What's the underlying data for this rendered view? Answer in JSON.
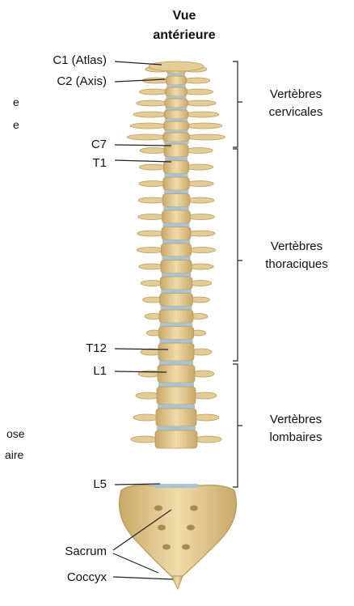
{
  "title": {
    "line1": "Vue",
    "line2": "antérieure"
  },
  "labels": {
    "c1": "C1 (Atlas)",
    "c2": "C2 (Axis)",
    "c7": "C7",
    "t1": "T1",
    "t12": "T12",
    "l1": "L1",
    "l5": "L5",
    "sacrum": "Sacrum",
    "coccyx": "Coccyx"
  },
  "groups": {
    "cervical": {
      "line1": "Vertèbres",
      "line2": "cervicales"
    },
    "thoracic": {
      "line1": "Vertèbres",
      "line2": "thoraciques"
    },
    "lumbar": {
      "line1": "Vertèbres",
      "line2": "lombaires"
    }
  },
  "fragments": {
    "f1": "e",
    "f2": "e",
    "f3": "ose",
    "f4": "aire"
  },
  "colors": {
    "bone": "#e3cc96",
    "bone_shadow": "#b89a5c",
    "disc": "#a9c3d2",
    "line": "#222222"
  }
}
